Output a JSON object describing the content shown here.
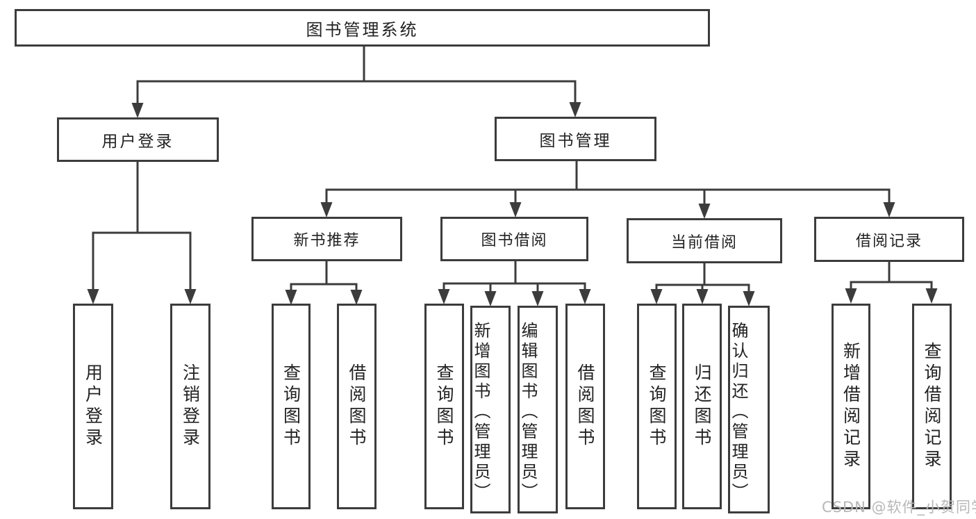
{
  "tree": {
    "root": {
      "label": "图书管理系统"
    },
    "branches": [
      {
        "label": "用户登录",
        "leaves": [
          {
            "label": "用户登录"
          },
          {
            "label": "注销登录"
          }
        ]
      },
      {
        "label": "图书管理",
        "groups": [
          {
            "label": "新书推荐",
            "leaves": [
              {
                "label": "查询图书"
              },
              {
                "label": "借阅图书"
              }
            ]
          },
          {
            "label": "图书借阅",
            "leaves": [
              {
                "label": "查询图书"
              },
              {
                "label": "新增图书（管理员）"
              },
              {
                "label": "编辑图书（管理员）"
              },
              {
                "label": "借阅图书"
              }
            ]
          },
          {
            "label": "当前借阅",
            "leaves": [
              {
                "label": "查询图书"
              },
              {
                "label": "归还图书"
              },
              {
                "label": "确认归还（管理员）"
              }
            ]
          },
          {
            "label": "借阅记录",
            "leaves": [
              {
                "label": "新增借阅记录"
              },
              {
                "label": "查询借阅记录"
              }
            ]
          }
        ]
      }
    ]
  },
  "watermark": {
    "text": "CSDN @软件_小贺同学"
  },
  "colors": {
    "line": "#3c3c3c",
    "box_border": "#3c3c3c",
    "text": "#222222",
    "watermark": "#b7b7b7",
    "background": "#ffffff"
  }
}
